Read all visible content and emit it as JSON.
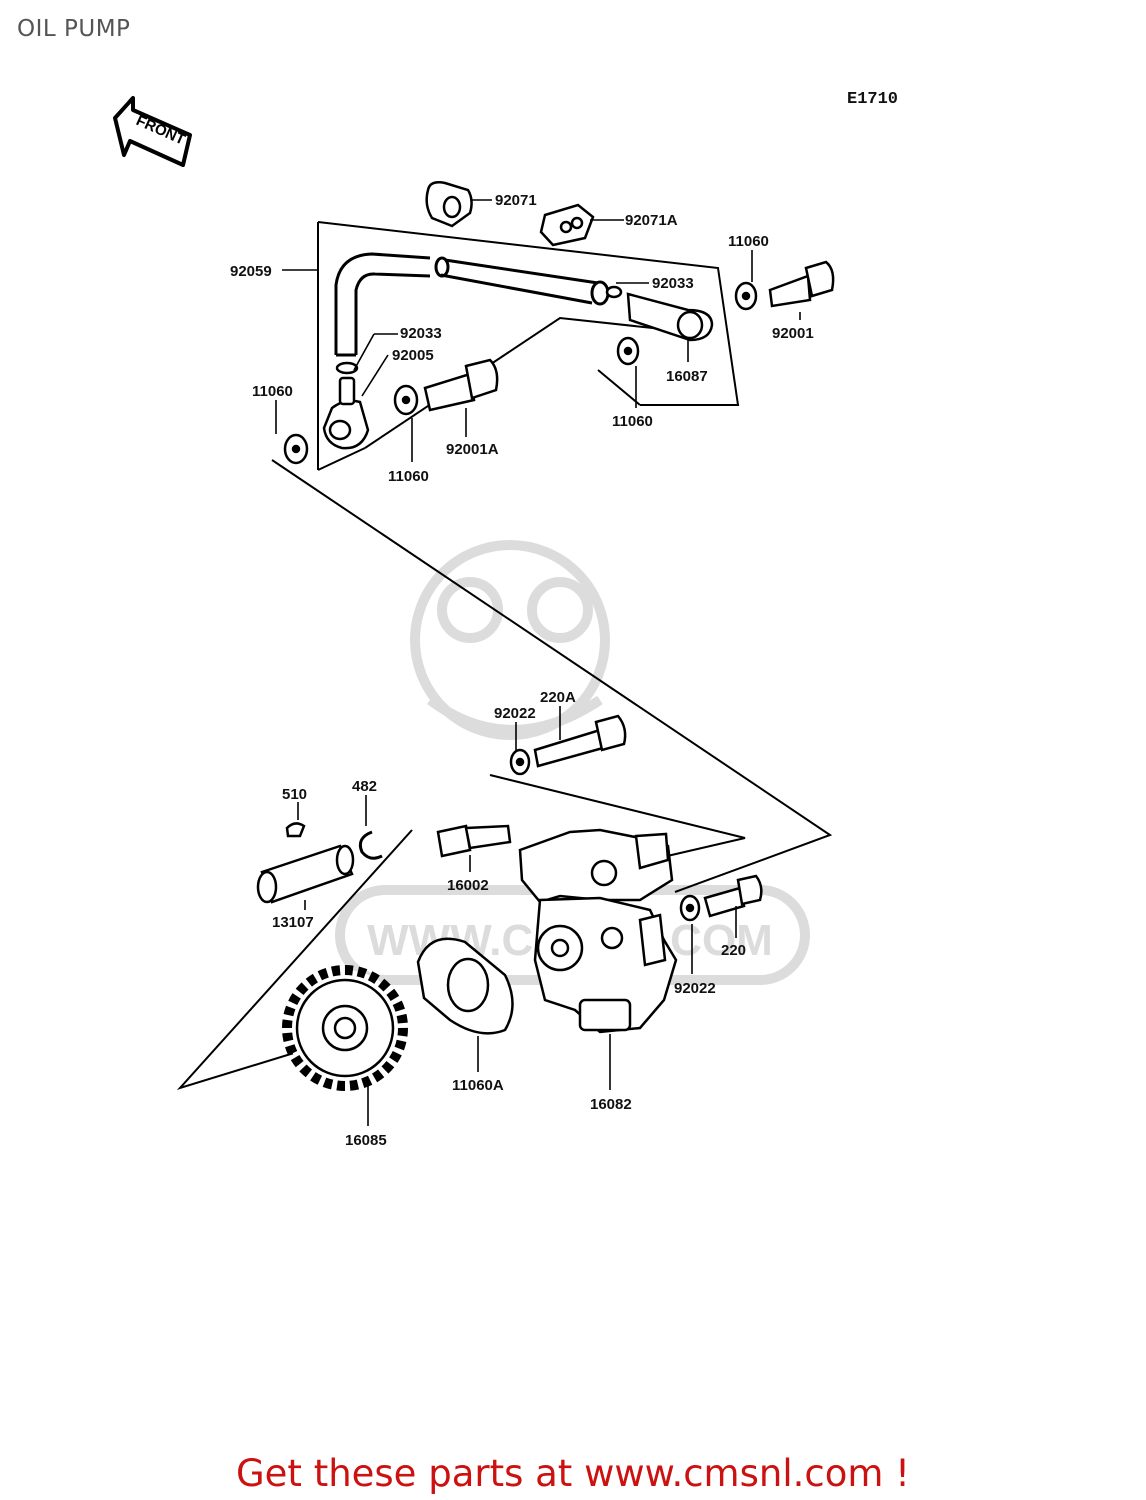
{
  "title": "OIL PUMP",
  "diagram_code": "E1710",
  "front_label": "FRONT",
  "watermark": "WWW.CMSNL.COM",
  "footer_text": "Get these parts at www.cmsnl.com !",
  "colors": {
    "footer": "#cc1111",
    "title": "#555555",
    "watermark": "#d8d8d8"
  },
  "parts": {
    "p92071": "92071",
    "p92071A": "92071A",
    "p11060_top": "11060",
    "p92059": "92059",
    "p92033_top": "92033",
    "p92033_left": "92033",
    "p92005": "92005",
    "p92001": "92001",
    "p16087": "16087",
    "p11060_left": "11060",
    "p92001A": "92001A",
    "p11060_mid": "11060",
    "p11060_right": "11060",
    "p220A": "220A",
    "p92022_top": "92022",
    "p510": "510",
    "p482": "482",
    "p16002": "16002",
    "p13107": "13107",
    "p220": "220",
    "p92022_bottom": "92022",
    "p11060A": "11060A",
    "p16082": "16082",
    "p16085": "16085"
  }
}
